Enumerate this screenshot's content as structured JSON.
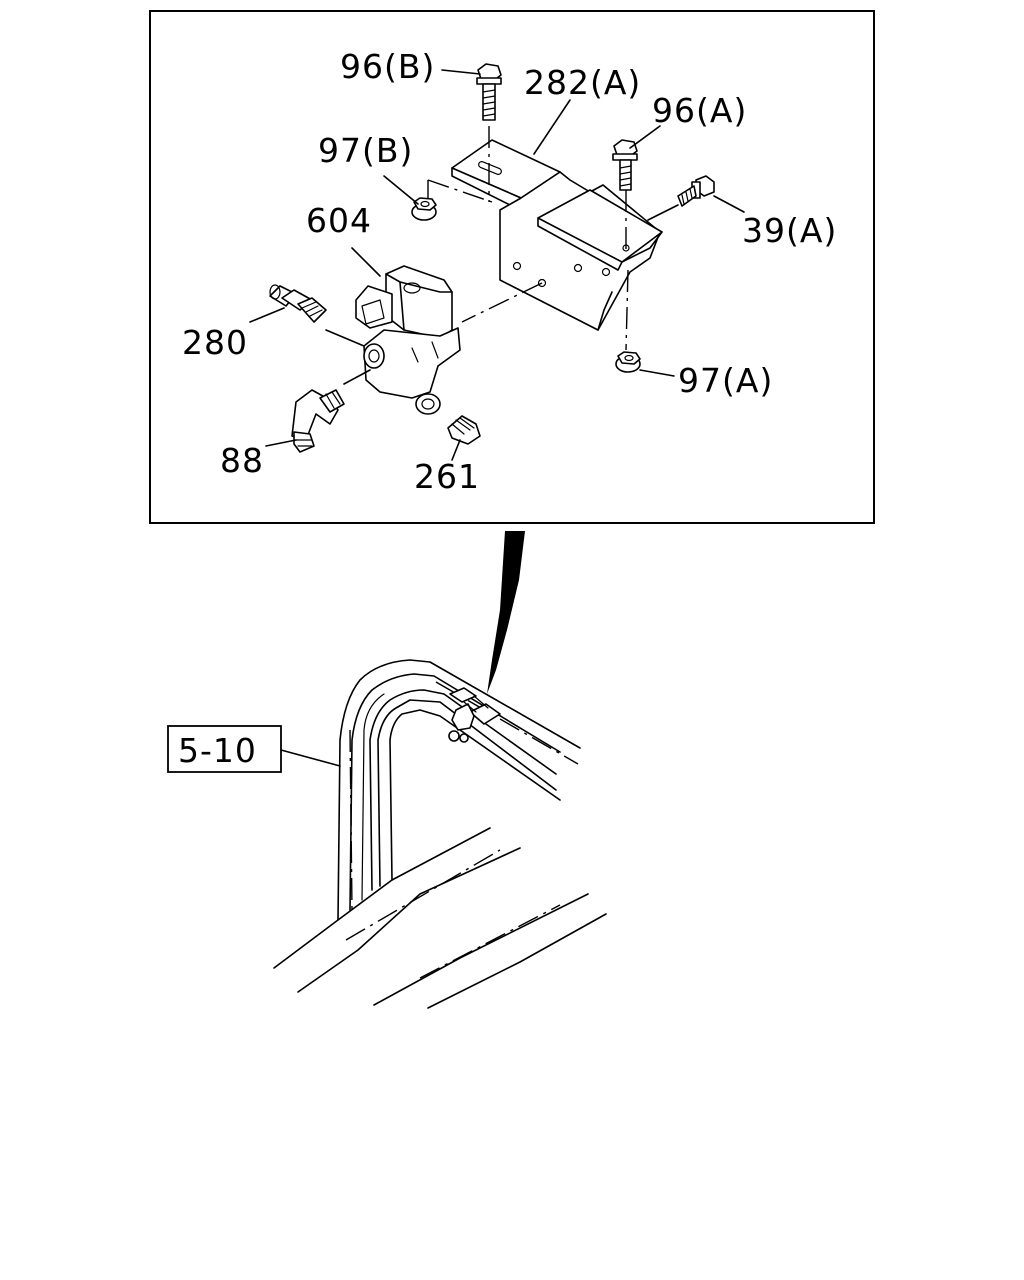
{
  "labels": {
    "bolt_96b": "96(B)",
    "bracket_282a": "282(A)",
    "bolt_96a": "96(A)",
    "nut_97b": "97(B)",
    "bolt_39a": "39(A)",
    "valve_604": "604",
    "fitting_280": "280",
    "nut_97a": "97(A)",
    "elbow_88": "88",
    "plug_261": "261",
    "ref_5_10": "5-10"
  }
}
